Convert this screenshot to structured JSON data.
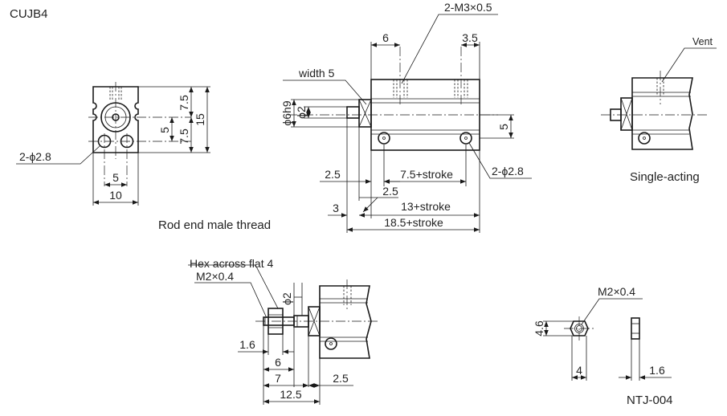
{
  "title": "CUJB4",
  "model_label": "NTJ-004",
  "captions": {
    "rod_end": "Rod end male thread",
    "single_acting": "Single-acting"
  },
  "front_view": {
    "dim_7_5_top": "7.5",
    "dim_15": "15",
    "dim_5_right": "5",
    "dim_7_5_bottom": "7.5",
    "hole_callout": "2-ϕ2.8",
    "dim_5_bottom": "5",
    "dim_10": "10"
  },
  "side_view": {
    "thread_callout": "2-M3×0.5",
    "dim_6": "6",
    "dim_3_5": "3.5",
    "width_label": "width 5",
    "dia_6h9": "ϕ6h9",
    "dia_2": "ϕ2",
    "dim_5_right": "5",
    "dim_2_5": "2.5",
    "dim_7_5_stroke": "7.5+stroke",
    "hole_callout": "2-ϕ2.8",
    "dim_2_5_b": "2.5",
    "dim_3": "3",
    "dim_13_stroke": "13+stroke",
    "dim_18_5_stroke": "18.5+stroke"
  },
  "single_view": {
    "vent_label": "Vent"
  },
  "rod_view": {
    "hex_label": "Hex across flat 4",
    "thread_label": "M2×0.4",
    "dia_2": "ϕ2",
    "dim_1_6": "1.6",
    "dim_6": "6",
    "dim_7": "7",
    "dim_2_5": "2.5",
    "dim_12_5": "12.5"
  },
  "nut_view": {
    "thread_label": "M2×0.4",
    "dim_4_6": "4.6",
    "dim_4": "4",
    "dim_1_6": "1.6"
  }
}
